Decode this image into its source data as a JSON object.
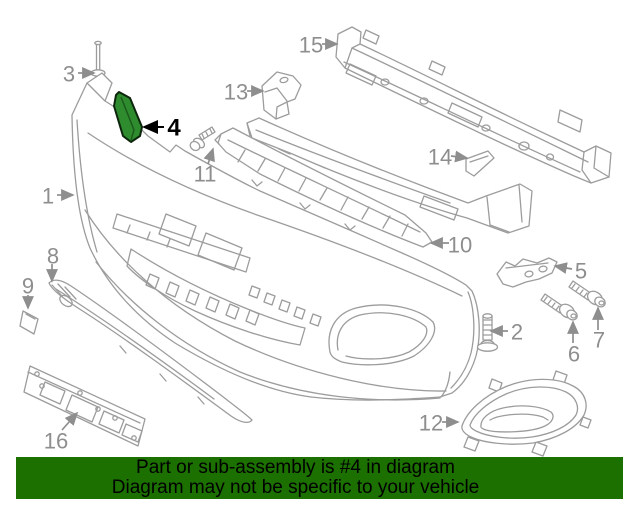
{
  "diagram": {
    "description": "Front bumper exploded parts diagram",
    "highlighted_callout": "4",
    "callouts": [
      {
        "number": "1",
        "highlighted": false
      },
      {
        "number": "2",
        "highlighted": false
      },
      {
        "number": "3",
        "highlighted": false
      },
      {
        "number": "4",
        "highlighted": true
      },
      {
        "number": "5",
        "highlighted": false
      },
      {
        "number": "6",
        "highlighted": false
      },
      {
        "number": "7",
        "highlighted": false
      },
      {
        "number": "8",
        "highlighted": false
      },
      {
        "number": "9",
        "highlighted": false
      },
      {
        "number": "10",
        "highlighted": false
      },
      {
        "number": "11",
        "highlighted": false
      },
      {
        "number": "12",
        "highlighted": false
      },
      {
        "number": "13",
        "highlighted": false
      },
      {
        "number": "14",
        "highlighted": false
      },
      {
        "number": "15",
        "highlighted": false
      },
      {
        "number": "16",
        "highlighted": false
      }
    ]
  },
  "banner": {
    "line1": "Part or sub-assembly is #4 in diagram",
    "line2": "Diagram may not be specific to your vehicle"
  },
  "colors": {
    "line-color": "#9c9c9c",
    "label-color": "#8e8e8e",
    "highlight-color": "#2e8b2e",
    "highlight-outline": "#0d260d",
    "highlight-label-color": "#000000",
    "banner-bg": "#1b7000",
    "banner-text": "#000000"
  }
}
